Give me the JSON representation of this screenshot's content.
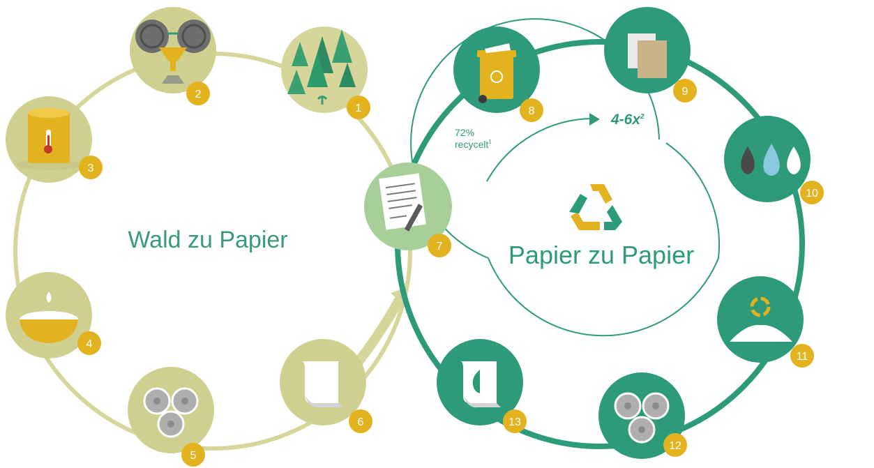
{
  "left_cycle": {
    "title": "Wald zu Papier",
    "steps": [
      {
        "number": "1",
        "icon": "forest-icon"
      },
      {
        "number": "2",
        "icon": "wood-chipper-icon"
      },
      {
        "number": "3",
        "icon": "heated-vat-icon"
      },
      {
        "number": "4",
        "icon": "pulp-bowl-icon"
      },
      {
        "number": "5",
        "icon": "paper-rolls-icon"
      },
      {
        "number": "6",
        "icon": "paper-sheet-icon"
      }
    ]
  },
  "right_cycle": {
    "title": "Papier zu Papier",
    "repeat_label": "4-6x",
    "repeat_superscript": "2",
    "recycled_rate": "72%",
    "recycled_label": "recycelt",
    "recycled_superscript": "1",
    "steps": [
      {
        "number": "7",
        "icon": "document-pen-icon"
      },
      {
        "number": "8",
        "icon": "recycling-bin-icon"
      },
      {
        "number": "9",
        "icon": "paper-stack-icon"
      },
      {
        "number": "10",
        "icon": "water-drops-icon"
      },
      {
        "number": "11",
        "icon": "recycled-pulp-icon"
      },
      {
        "number": "12",
        "icon": "paper-rolls-icon"
      },
      {
        "number": "13",
        "icon": "paper-sheet-icon"
      }
    ]
  },
  "colors": {
    "left_ring": "#d6d59a",
    "left_node": "#cfd08f",
    "right_ring": "#2d9a79",
    "right_node": "#2d9a79",
    "node_7": "#a8cf9a",
    "badge": "#e3b21f",
    "text_green": "#3a9a7a"
  }
}
